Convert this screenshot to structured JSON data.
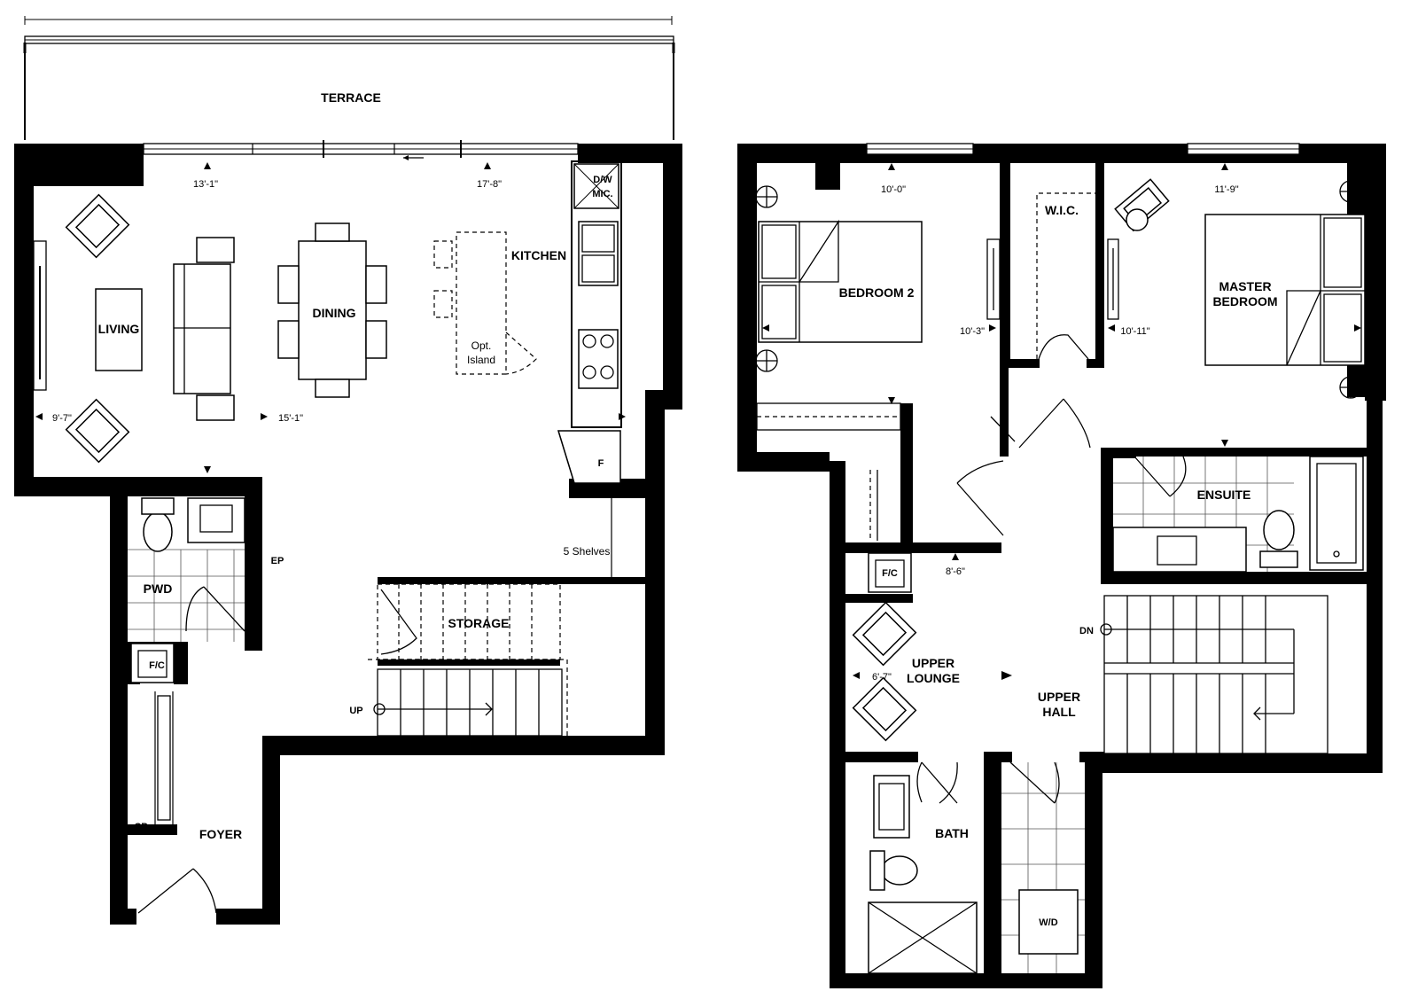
{
  "colors": {
    "wall": "#000000",
    "background": "#ffffff"
  },
  "lower_floor": {
    "rooms": {
      "terrace": "TERRACE",
      "living": "LIVING",
      "dining": "DINING",
      "kitchen": "KITCHEN",
      "pwd": "PWD",
      "storage": "STORAGE",
      "foyer": "FOYER"
    },
    "fixtures": {
      "dw_mic_line1": "D/W",
      "dw_mic_line2": "MIC.",
      "fridge": "F",
      "fc": "F/C",
      "ep": "EP",
      "cp": "CP",
      "up": "UP",
      "shelves": "5 Shelves",
      "opt_island_line1": "Opt.",
      "opt_island_line2": "Island"
    },
    "dimensions": {
      "ceiling_living": "13'-1\"",
      "ceiling_kitchen": "17'-8\"",
      "living_width": "9'-7\"",
      "living_depth": "15'-1\""
    }
  },
  "upper_floor": {
    "rooms": {
      "bedroom2": "BEDROOM 2",
      "wic": "W.I.C.",
      "master_line1": "MASTER",
      "master_line2": "BEDROOM",
      "ensuite": "ENSUITE",
      "upper_lounge_line1": "UPPER",
      "upper_lounge_line2": "LOUNGE",
      "upper_hall_line1": "UPPER",
      "upper_hall_line2": "HALL",
      "bath": "BATH"
    },
    "fixtures": {
      "fc": "F/C",
      "wd": "W/D",
      "dn": "DN"
    },
    "dimensions": {
      "bedroom2_ceiling": "10'-0\"",
      "bedroom2_depth": "10'-3\"",
      "master_ceiling": "11'-9\"",
      "master_depth": "10'-11\"",
      "bedroom2_width": "8'-6\"",
      "lounge_width": "6'-7\""
    }
  }
}
